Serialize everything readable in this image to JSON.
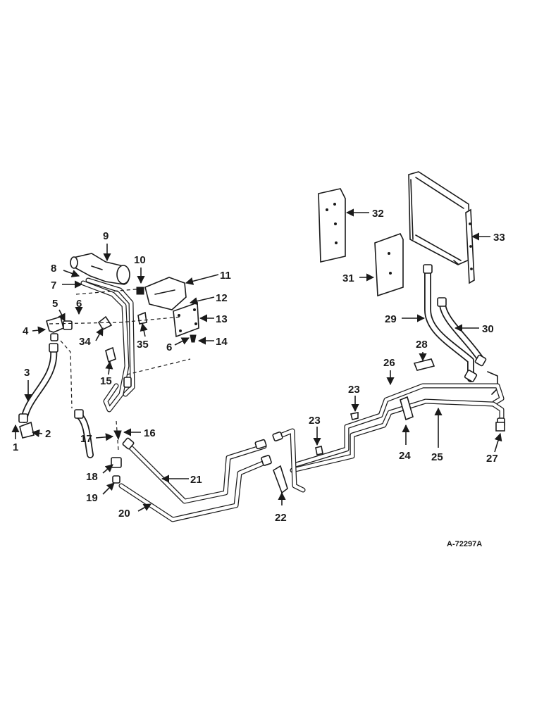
{
  "callouts": {
    "n1": "1",
    "n2": "2",
    "n3": "3",
    "n4": "4",
    "n5": "5",
    "n6a": "6",
    "n6b": "6",
    "n7": "7",
    "n8": "8",
    "n9": "9",
    "n10": "10",
    "n11": "11",
    "n12": "12",
    "n13": "13",
    "n14": "14",
    "n15": "15",
    "n16": "16",
    "n17": "17",
    "n18": "18",
    "n19": "19",
    "n20": "20",
    "n21": "21",
    "n22": "22",
    "n23a": "23",
    "n23b": "23",
    "n24": "24",
    "n25": "25",
    "n26": "26",
    "n27": "27",
    "n28": "28",
    "n29": "29",
    "n30": "30",
    "n31": "31",
    "n32": "32",
    "n33": "33",
    "n34": "34",
    "n35": "35"
  },
  "drawing_code": "A-72297A",
  "colors": {
    "ink": "#1a1a1a",
    "paper": "#ffffff"
  }
}
